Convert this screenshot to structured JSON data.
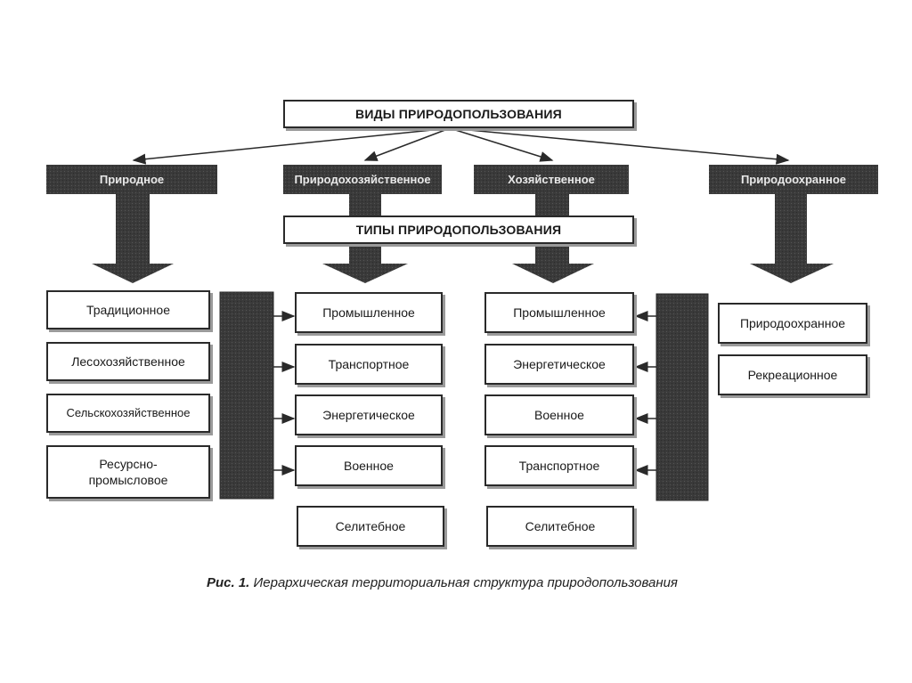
{
  "header": {
    "title": "ВИДЫ ПРИРОДОПОЛЬЗОВАНИЯ"
  },
  "subheader": {
    "title": "ТИПЫ ПРИРОДОПОЛЬЗОВАНИЯ"
  },
  "categories": [
    {
      "label": "Природное"
    },
    {
      "label": "Природохозяйственное"
    },
    {
      "label": "Хозяйственное"
    },
    {
      "label": "Природоохранное"
    }
  ],
  "column1": [
    "Традиционное",
    "Лесохозяйственное",
    "Сельскохозяйственное",
    "Ресурсно-\nпромысловое"
  ],
  "column2": [
    "Промышленное",
    "Транспортное",
    "Энергетическое",
    "Военное",
    "Селитебное"
  ],
  "column3": [
    "Промышленное",
    "Энергетическое",
    "Военное",
    "Транспортное",
    "Селитебное"
  ],
  "column4": [
    "Природоохранное",
    "Рекреационное"
  ],
  "caption": {
    "prefix": "Рис. 1.",
    "text": "Иерархическая территориальная структура природопользования"
  },
  "colors": {
    "dark_fill": "#3d3d3d",
    "arrow_fill": "#5a5a5a",
    "line": "#2a2a2a"
  }
}
